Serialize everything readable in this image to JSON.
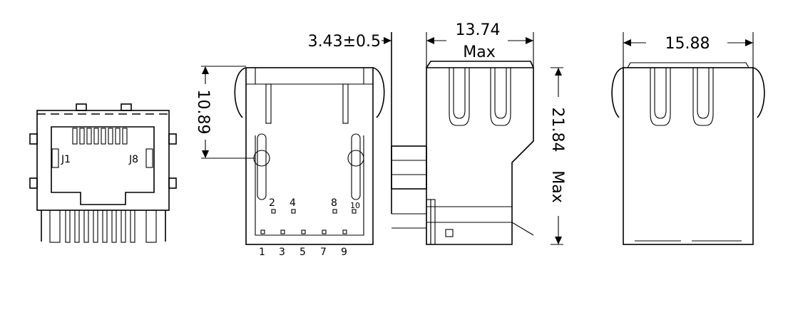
{
  "dimensions": {
    "height_front": "10.89",
    "pin_offset": "3.43±0.5",
    "depth": "13.74",
    "depth_note": "Max",
    "height_total": "21.84",
    "height_total_note": "Max",
    "width": "15.88"
  },
  "jack_labels": {
    "first": "J1",
    "last": "J8"
  },
  "pin_labels": {
    "top_row": [
      "2",
      "4",
      "8",
      "10"
    ],
    "bottom_row": [
      "1",
      "3",
      "5",
      "7",
      "9"
    ]
  }
}
